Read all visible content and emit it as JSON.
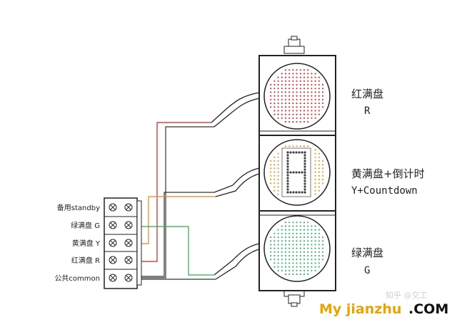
{
  "lamps": [
    {
      "label_cn": "红满盘",
      "label_en": "R"
    },
    {
      "label_cn": "黄满盘+倒计时",
      "label_en": "Y+Countdown"
    },
    {
      "label_cn": "绿满盘",
      "label_en": "G"
    }
  ],
  "terminals": [
    {
      "label": "备用standby"
    },
    {
      "label": "绿满盘 G"
    },
    {
      "label": "黄满盘 Y"
    },
    {
      "label": "红满盘 R"
    },
    {
      "label": "公共common"
    }
  ],
  "colors": {
    "red_dot": "#d63a3a",
    "yellow_dot": "#e0a030",
    "green_dot": "#3cb371",
    "wire_red": "#cc2222",
    "wire_orange": "#e08a1e",
    "wire_green": "#2fae4f",
    "wire_black": "#333333",
    "housing": "#222222",
    "watermark": "#e8a400"
  },
  "watermark": {
    "text": "My jianzhu",
    "suffix": ".COM",
    "faint": "知乎 @交工"
  }
}
